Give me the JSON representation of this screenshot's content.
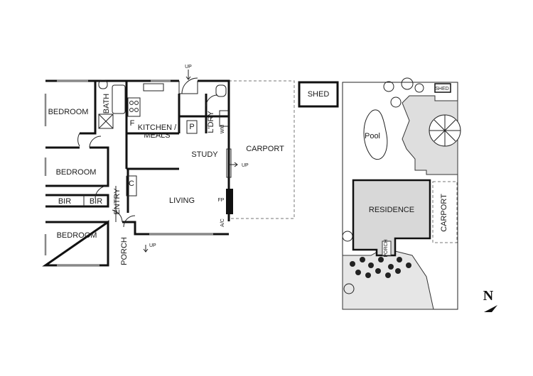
{
  "floorplan": {
    "rooms": {
      "bedroom1": "BEDROOM",
      "bath": "BATH",
      "f": "F",
      "kitchen": "KITCHEN /",
      "meals": "MEALS",
      "p": "P",
      "ldry": "L'DRY",
      "wm": "WM",
      "carport": "CARPORT",
      "shed": "SHED",
      "bedroom2": "BEDROOM",
      "study": "STUDY",
      "c": "C",
      "bir1": "BIR",
      "bir2": "BIR",
      "entry": "ENTRY",
      "living": "LIVING",
      "fp": "FP",
      "ac": "A/C",
      "bedroom3": "BEDROOM",
      "porch": "PORCH"
    },
    "up_labels": {
      "top": "UP",
      "study": "UP",
      "porch": "UP"
    }
  },
  "siteplan": {
    "shed": "SHED",
    "pool": "Pool",
    "residence": "RESIDENCE",
    "carport": "CARPORT",
    "porch": "PORCH"
  },
  "north_label": "N"
}
